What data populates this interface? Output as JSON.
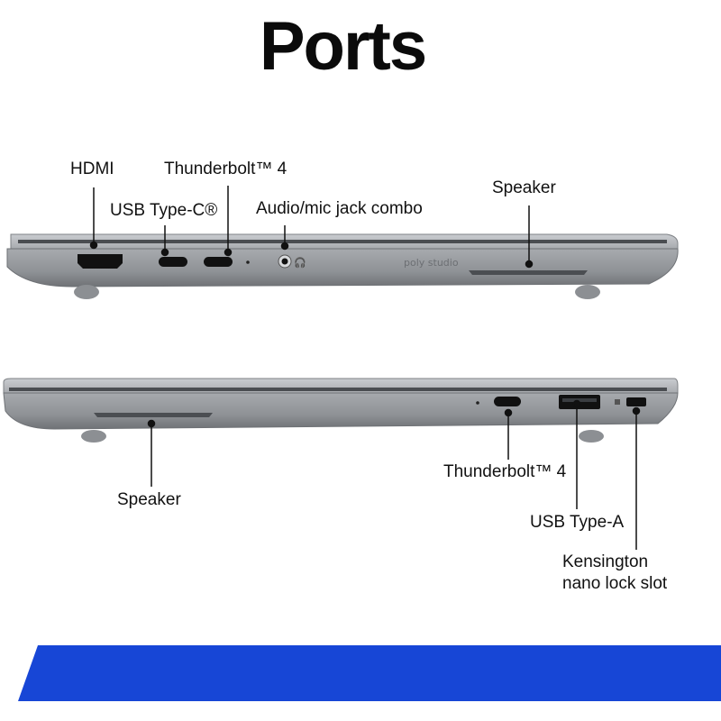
{
  "title": "Ports",
  "top_side": {
    "brand_text": "poly studio",
    "labels": {
      "hdmi": "HDMI",
      "usb_c": "USB Type-C®",
      "thunderbolt": "Thunderbolt™ 4",
      "audio": "Audio/mic jack combo",
      "speaker": "Speaker"
    }
  },
  "bottom_side": {
    "labels": {
      "speaker": "Speaker",
      "thunderbolt": "Thunderbolt™ 4",
      "usb_a": "USB Type-A",
      "kensington_line1": "Kensington",
      "kensington_line2": "nano lock slot"
    }
  },
  "colors": {
    "body": "#9c9fa3",
    "body_dark": "#6f7276",
    "port": "#111111",
    "banner": "#1746d6"
  }
}
